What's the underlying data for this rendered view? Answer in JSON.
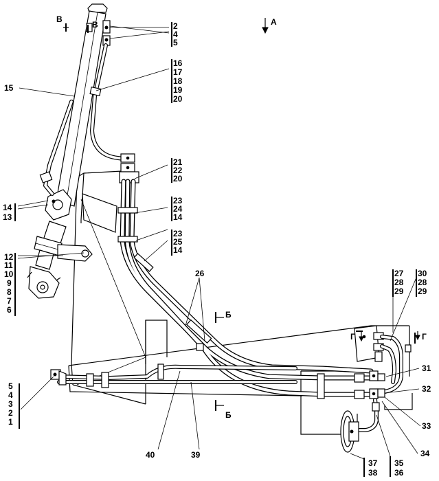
{
  "view_marks": {
    "v": "В",
    "a": "А",
    "b": "Б",
    "g": "Г"
  },
  "labels": {
    "n2": "2",
    "n4a": "4",
    "n5a": "5",
    "n16": "16",
    "n17": "17",
    "n18": "18",
    "n19": "19",
    "n20a": "20",
    "n15": "15",
    "n21": "21",
    "n22": "22",
    "n20b": "20",
    "n23a": "23",
    "n24": "24",
    "n14a": "14",
    "n23b": "23",
    "n25": "25",
    "n14b": "14",
    "n14c": "14",
    "n13": "13",
    "n12": "12",
    "n11": "11",
    "n10": "10",
    "n9": "9",
    "n8": "8",
    "n7": "7",
    "n6": "6",
    "n26": "26",
    "n27": "27",
    "n28a": "28",
    "n29a": "29",
    "n30": "30",
    "n28b": "28",
    "n29b": "29",
    "n31": "31",
    "n32": "32",
    "n33": "33",
    "n34": "34",
    "n5b": "5",
    "n4b": "4",
    "n3": "3",
    "n2b": "2",
    "n1": "1",
    "n40": "40",
    "n39": "39",
    "n37": "37",
    "n38": "38",
    "n35": "35",
    "n36": "36"
  }
}
